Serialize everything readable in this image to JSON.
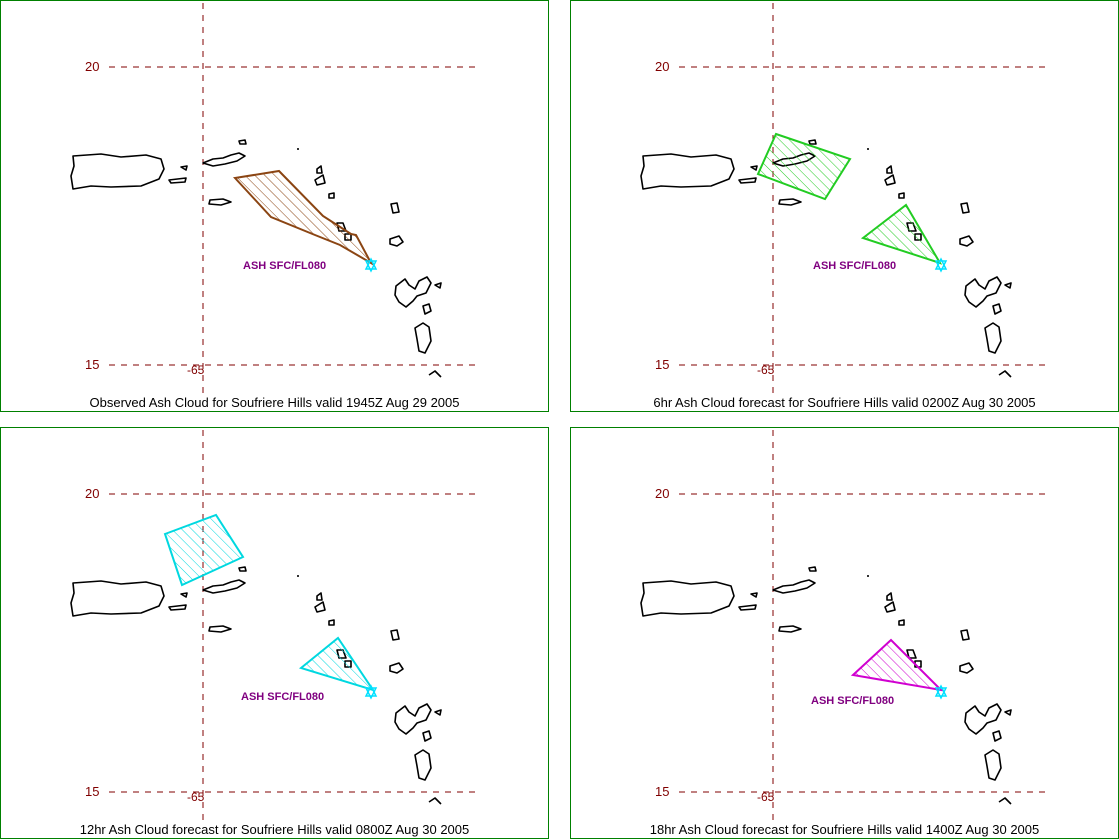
{
  "colors": {
    "frame": "#008000",
    "grid": "#800000",
    "label_text": "#800080",
    "volcano": "#00e0ff"
  },
  "grid_labels": {
    "lat_north": "20",
    "lat_south": "15",
    "lon": "-65"
  },
  "panels": [
    {
      "id": "observed",
      "caption": "Observed Ash Cloud for Soufriere  Hills valid 1945Z Aug 29 2005",
      "ash_label": "ASH SFC/FL080",
      "cloud_color": "#8b4513"
    },
    {
      "id": "fcst-6hr",
      "caption": "6hr Ash Cloud forecast for Soufriere  Hills valid 0200Z Aug 30 2005",
      "ash_label": "ASH SFC/FL080",
      "cloud_color": "#22cc22"
    },
    {
      "id": "fcst-12hr",
      "caption": "12hr Ash Cloud forecast for Soufriere  Hills valid 0800Z Aug 30 2005",
      "ash_label": "ASH SFC/FL080",
      "cloud_color": "#00d8e0"
    },
    {
      "id": "fcst-18hr",
      "caption": "18hr Ash Cloud forecast for Soufriere  Hills valid 1400Z Aug 30 2005",
      "ash_label": "ASH SFC/FL080",
      "cloud_color": "#d000d0"
    }
  ]
}
